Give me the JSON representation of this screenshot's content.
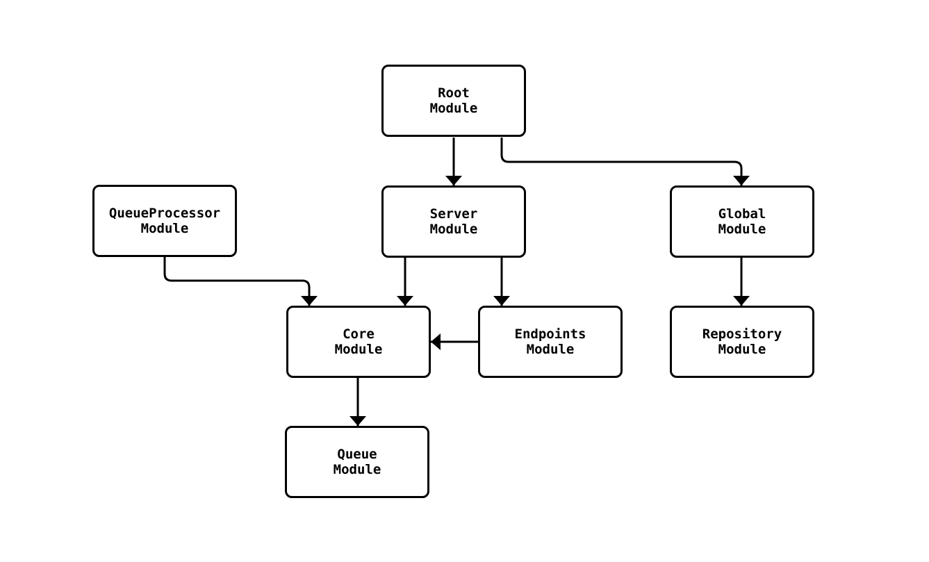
{
  "diagram": {
    "type": "flowchart",
    "direction": "top-down",
    "background_color": "#ffffff",
    "node_fill_color": "#ffffff",
    "node_border_color": "#000000",
    "edge_color": "#000000",
    "text_color": "#000000",
    "nodes": [
      {
        "id": "root",
        "line1": "Root",
        "line2": "Module"
      },
      {
        "id": "queueprocessor",
        "line1": "QueueProcessor",
        "line2": "Module"
      },
      {
        "id": "server",
        "line1": "Server",
        "line2": "Module"
      },
      {
        "id": "global",
        "line1": "Global",
        "line2": "Module"
      },
      {
        "id": "core",
        "line1": "Core",
        "line2": "Module"
      },
      {
        "id": "endpoints",
        "line1": "Endpoints",
        "line2": "Module"
      },
      {
        "id": "repository",
        "line1": "Repository",
        "line2": "Module"
      },
      {
        "id": "queue",
        "line1": "Queue",
        "line2": "Module"
      }
    ],
    "edges": [
      {
        "from": "Root Module",
        "to": "Server Module"
      },
      {
        "from": "Root Module",
        "to": "Global Module"
      },
      {
        "from": "QueueProcessor Module",
        "to": "Core Module"
      },
      {
        "from": "Server Module",
        "to": "Core Module"
      },
      {
        "from": "Server Module",
        "to": "Endpoints Module"
      },
      {
        "from": "Endpoints Module",
        "to": "Core Module"
      },
      {
        "from": "Global Module",
        "to": "Repository Module"
      },
      {
        "from": "Core Module",
        "to": "Queue Module"
      }
    ]
  }
}
